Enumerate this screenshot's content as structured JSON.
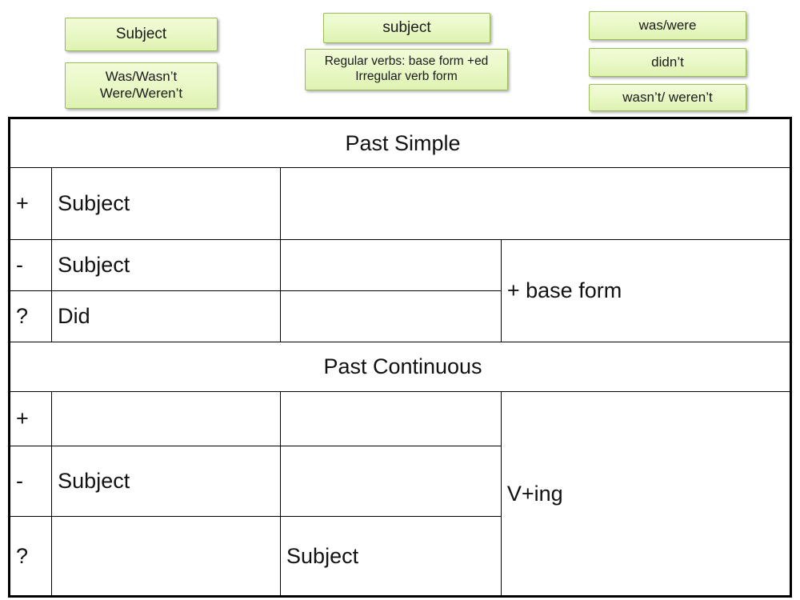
{
  "chips": {
    "subject_left": "Subject",
    "was_wasnt_were_werent": "Was/Wasn’t\nWere/Weren’t",
    "was_wasnt_line1": "Was/Wasn’t",
    "was_wasnt_line2": "Were/Weren’t",
    "subject_middle": "subject",
    "verb_forms_line1": "Regular verbs: base form +ed",
    "verb_forms_line2": "Irregular verb form",
    "was_were": "was/were",
    "didnt": "didn’t",
    "wasnt_werent": "wasn’t/ weren’t"
  },
  "table": {
    "sections": [
      {
        "title": "Past Simple",
        "rows": [
          {
            "marker": "+",
            "col1": "Subject",
            "col2": "",
            "col3": ""
          },
          {
            "marker": "-",
            "col1": "Subject",
            "col2": "",
            "col3": "+ base form"
          },
          {
            "marker": "?",
            "col1": "Did",
            "col2": "",
            "col3": ""
          }
        ]
      },
      {
        "title": "Past Continuous",
        "rows": [
          {
            "marker": "+",
            "col1": "",
            "col2": "",
            "col3": "V+ing"
          },
          {
            "marker": "-",
            "col1": "Subject",
            "col2": "",
            "col3": ""
          },
          {
            "marker": "?",
            "col1": "",
            "col2": "Subject",
            "col3": ""
          }
        ]
      }
    ]
  },
  "colors": {
    "chip_fill_top": "#f1fbd8",
    "chip_fill_bottom": "#dff2b2",
    "chip_border": "#9bbb59",
    "marker_cell_fill": "#d9d9d9",
    "table_border": "#000000",
    "page_background": "#ffffff",
    "text": "#111111"
  }
}
